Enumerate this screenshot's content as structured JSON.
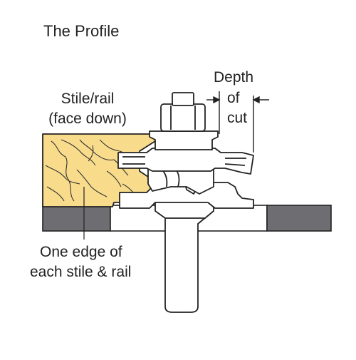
{
  "title": "The Profile",
  "labels": {
    "stile_line1": "Stile/rail",
    "stile_line2": "(face down)",
    "depth_line1": "Depth",
    "depth_line2": "of",
    "depth_line3": "cut",
    "edge_line1": "One edge of",
    "edge_line2": "each stile & rail"
  },
  "colors": {
    "wood": "#f8dc8c",
    "table": "#6e6e72",
    "outline": "#222222",
    "metal": "#ffffff"
  }
}
